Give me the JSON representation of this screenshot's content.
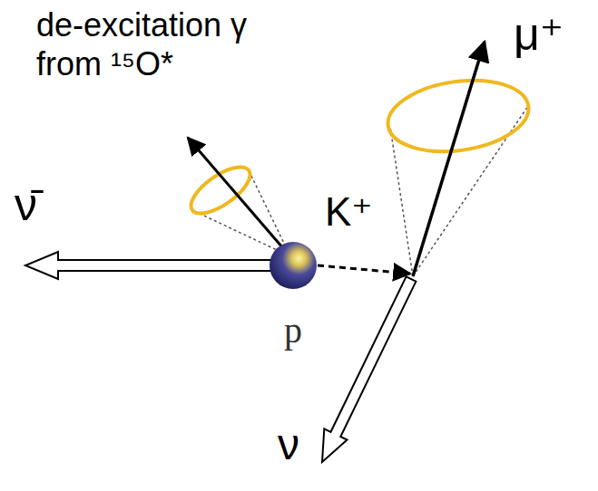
{
  "diagram": {
    "nodes": [
      {
        "text": [
          "p"
        ]
      }
    ],
    "labels": [
      "de-excitation γ from ¹⁵O*",
      "ν̄",
      "K⁺",
      "μ⁺",
      "ν"
    ]
  }
}
